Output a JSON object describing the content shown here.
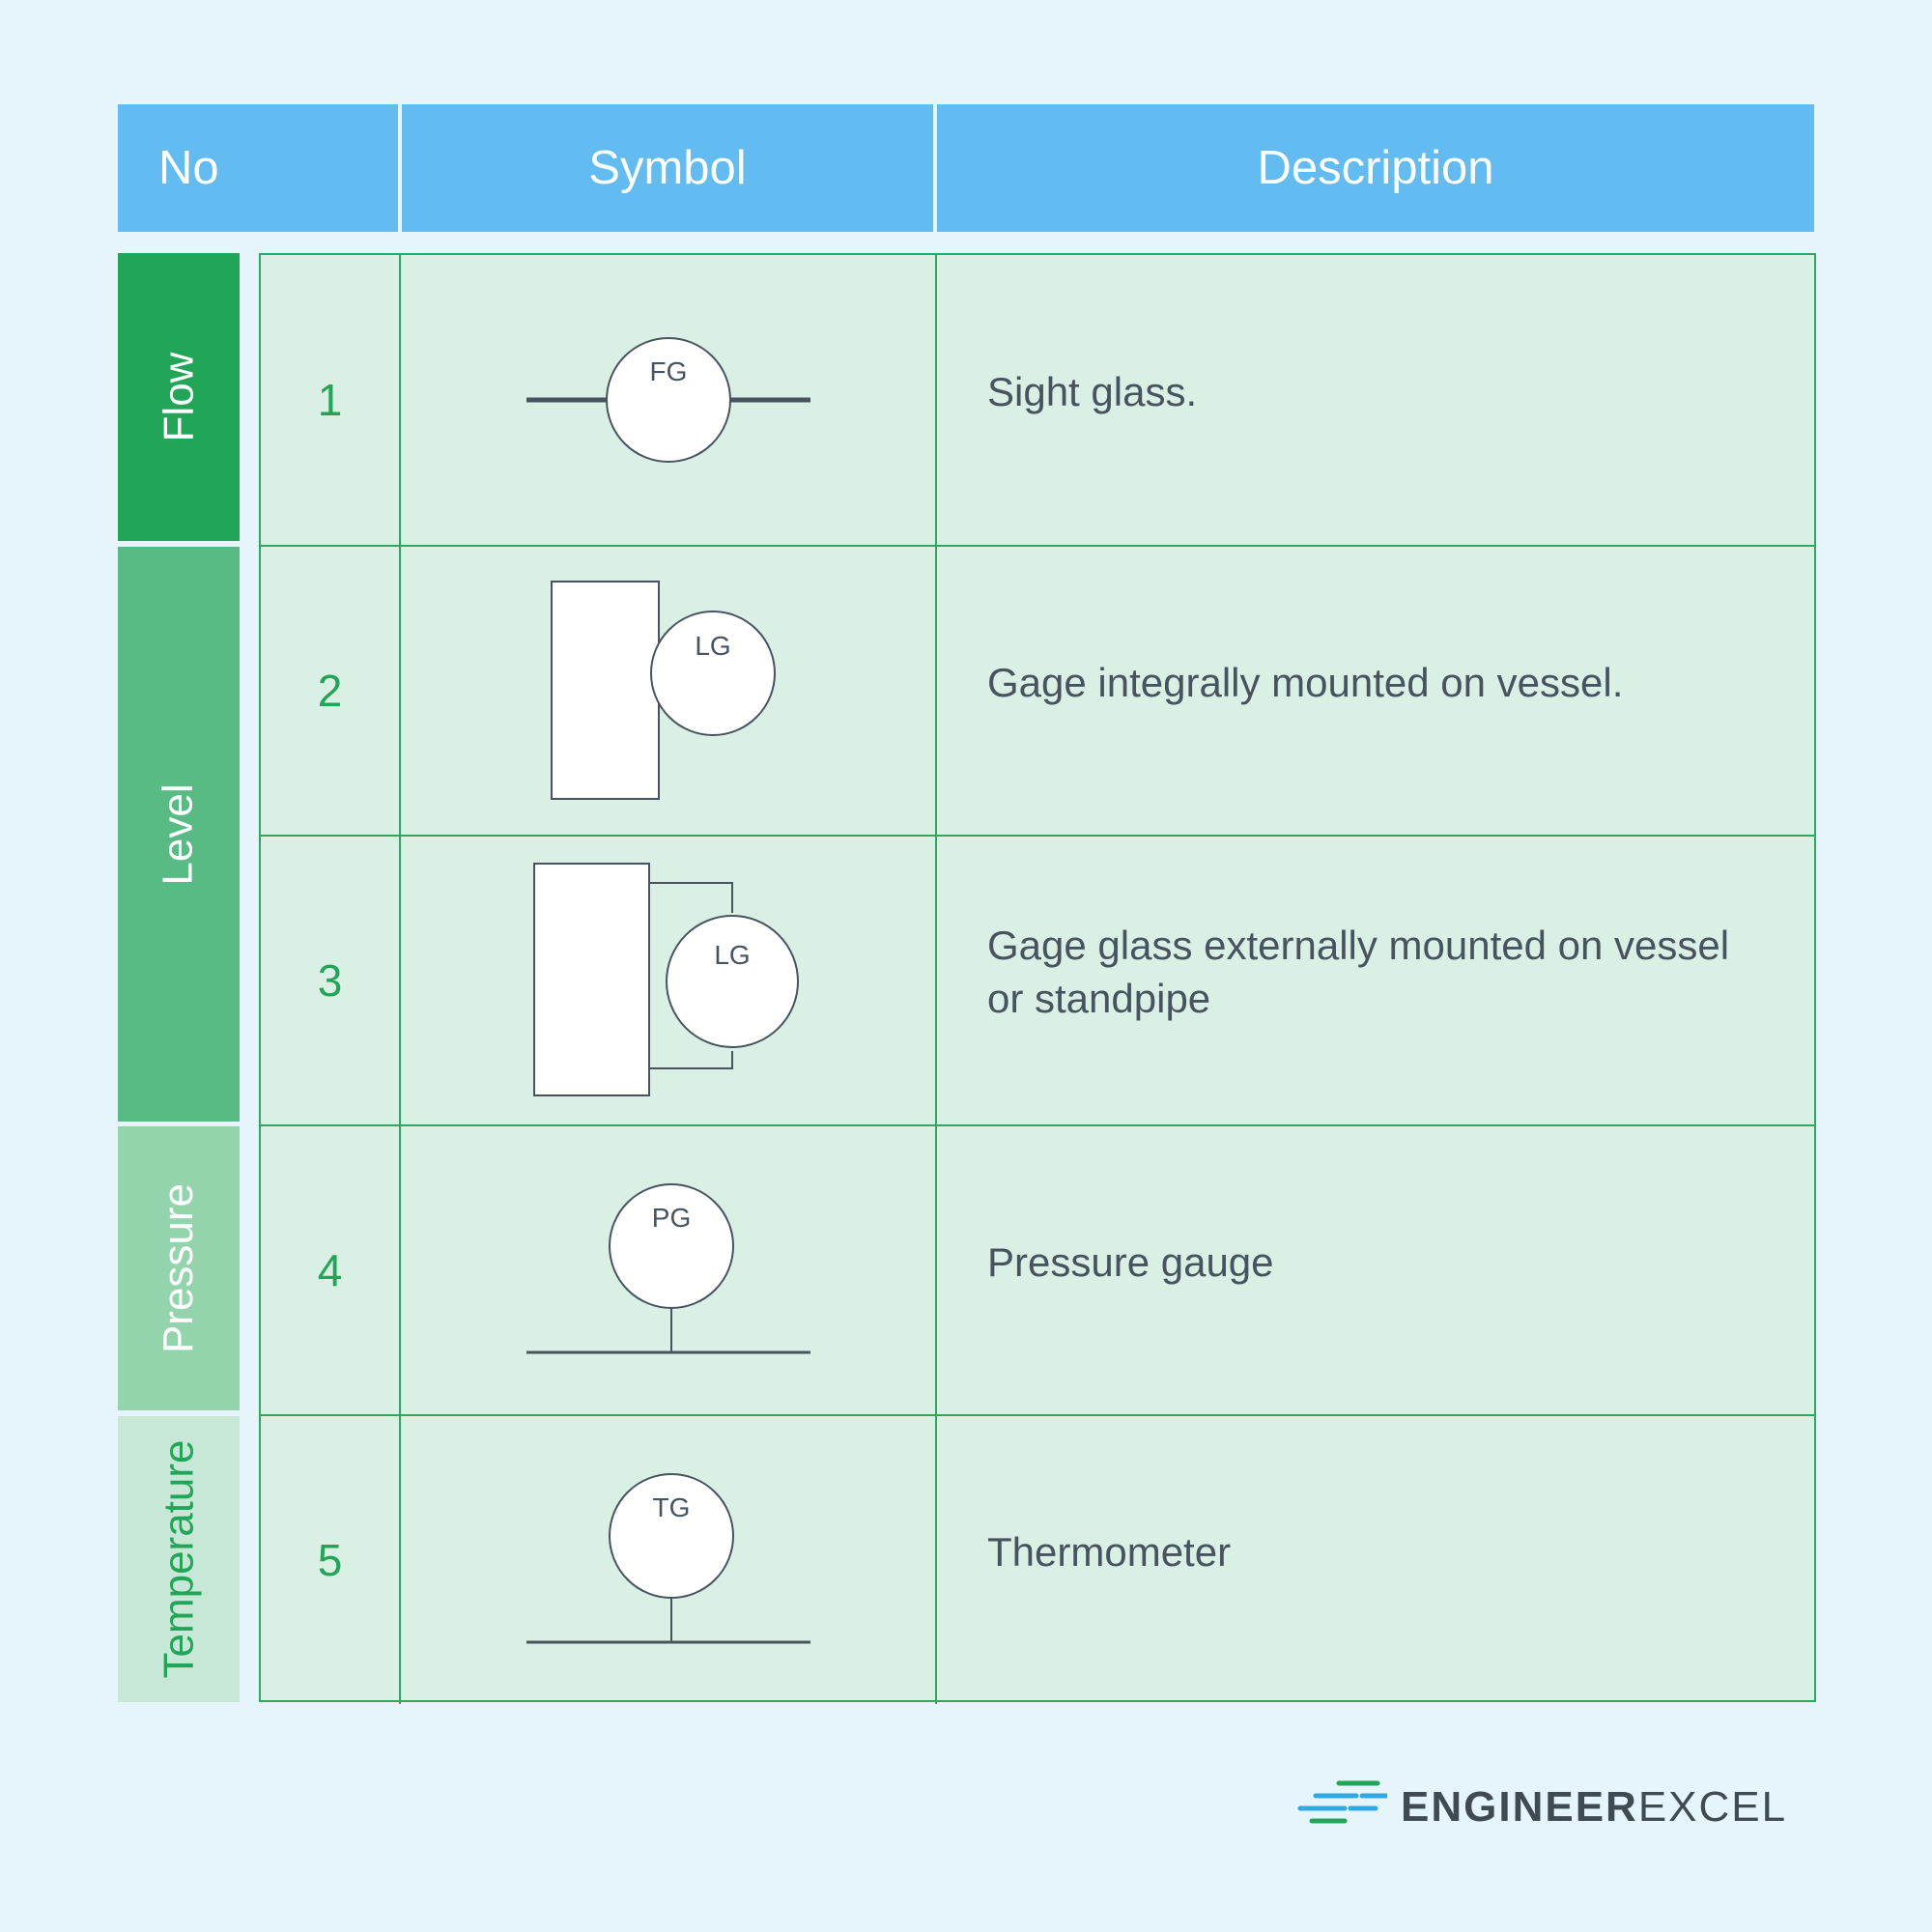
{
  "header": {
    "no": "No",
    "symbol": "Symbol",
    "description": "Description"
  },
  "categories": [
    {
      "name": "Flow",
      "color": "#21a557"
    },
    {
      "name": "Level",
      "color": "#58bb84"
    },
    {
      "name": "Pressure",
      "color": "#93d4ad"
    },
    {
      "name": "Temperature",
      "color": "#c8e8d7"
    }
  ],
  "rows": [
    {
      "no": "1",
      "symbol_label": "FG",
      "description": "Sight glass."
    },
    {
      "no": "2",
      "symbol_label": "LG",
      "description": "Gage integrally mounted on vessel."
    },
    {
      "no": "3",
      "symbol_label": "LG",
      "description": "Gage glass externally mounted on vessel or standpipe"
    },
    {
      "no": "4",
      "symbol_label": "PG",
      "description": "Pressure gauge"
    },
    {
      "no": "5",
      "symbol_label": "TG",
      "description": "Thermometer"
    }
  ],
  "logo": {
    "strong": "ENGINEER",
    "light": "EXCEL"
  }
}
